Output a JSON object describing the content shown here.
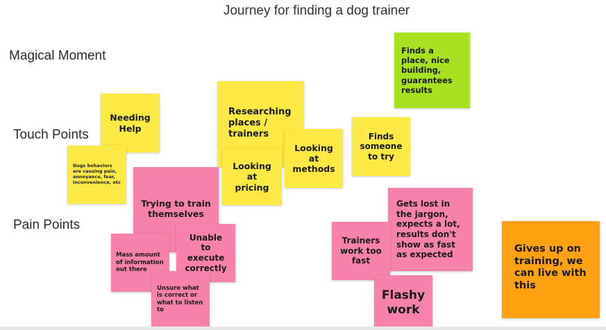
{
  "title": "Journey for finding a dog trainer",
  "rows": {
    "magical": "Magical Moment",
    "touch": "Touch Points",
    "pain": "Pain Points"
  },
  "notes": {
    "finds_place": "Finds a place, nice building, guarantees results",
    "needing_help": "Needing Help",
    "dog_behaviors": "Dogs behaviors are causing pain, annoyance, fear, inconvenience, etc",
    "researching": "Researching places / trainers",
    "looking_pricing": "Looking at pricing",
    "looking_methods": "Looking at methods",
    "finds_someone": "Finds someone to try",
    "trying_train": "Trying to train themselves",
    "mass_info": "Mass amount of information out there",
    "unable_execute": "Unable to execute correctly",
    "unsure": "Unsure what is correct or what to listen to",
    "gets_lost": "Gets lost in the jargon, expects a lot, results don't show as fast as expected",
    "trainers_fast": "Trainers work too fast",
    "flashy": "Flashy work",
    "gives_up": "Gives up on training, we can live with this"
  },
  "colors": {
    "yellow": "#fde944",
    "pink": "#f783ac",
    "green": "#a6e222",
    "orange": "#ffa113"
  }
}
